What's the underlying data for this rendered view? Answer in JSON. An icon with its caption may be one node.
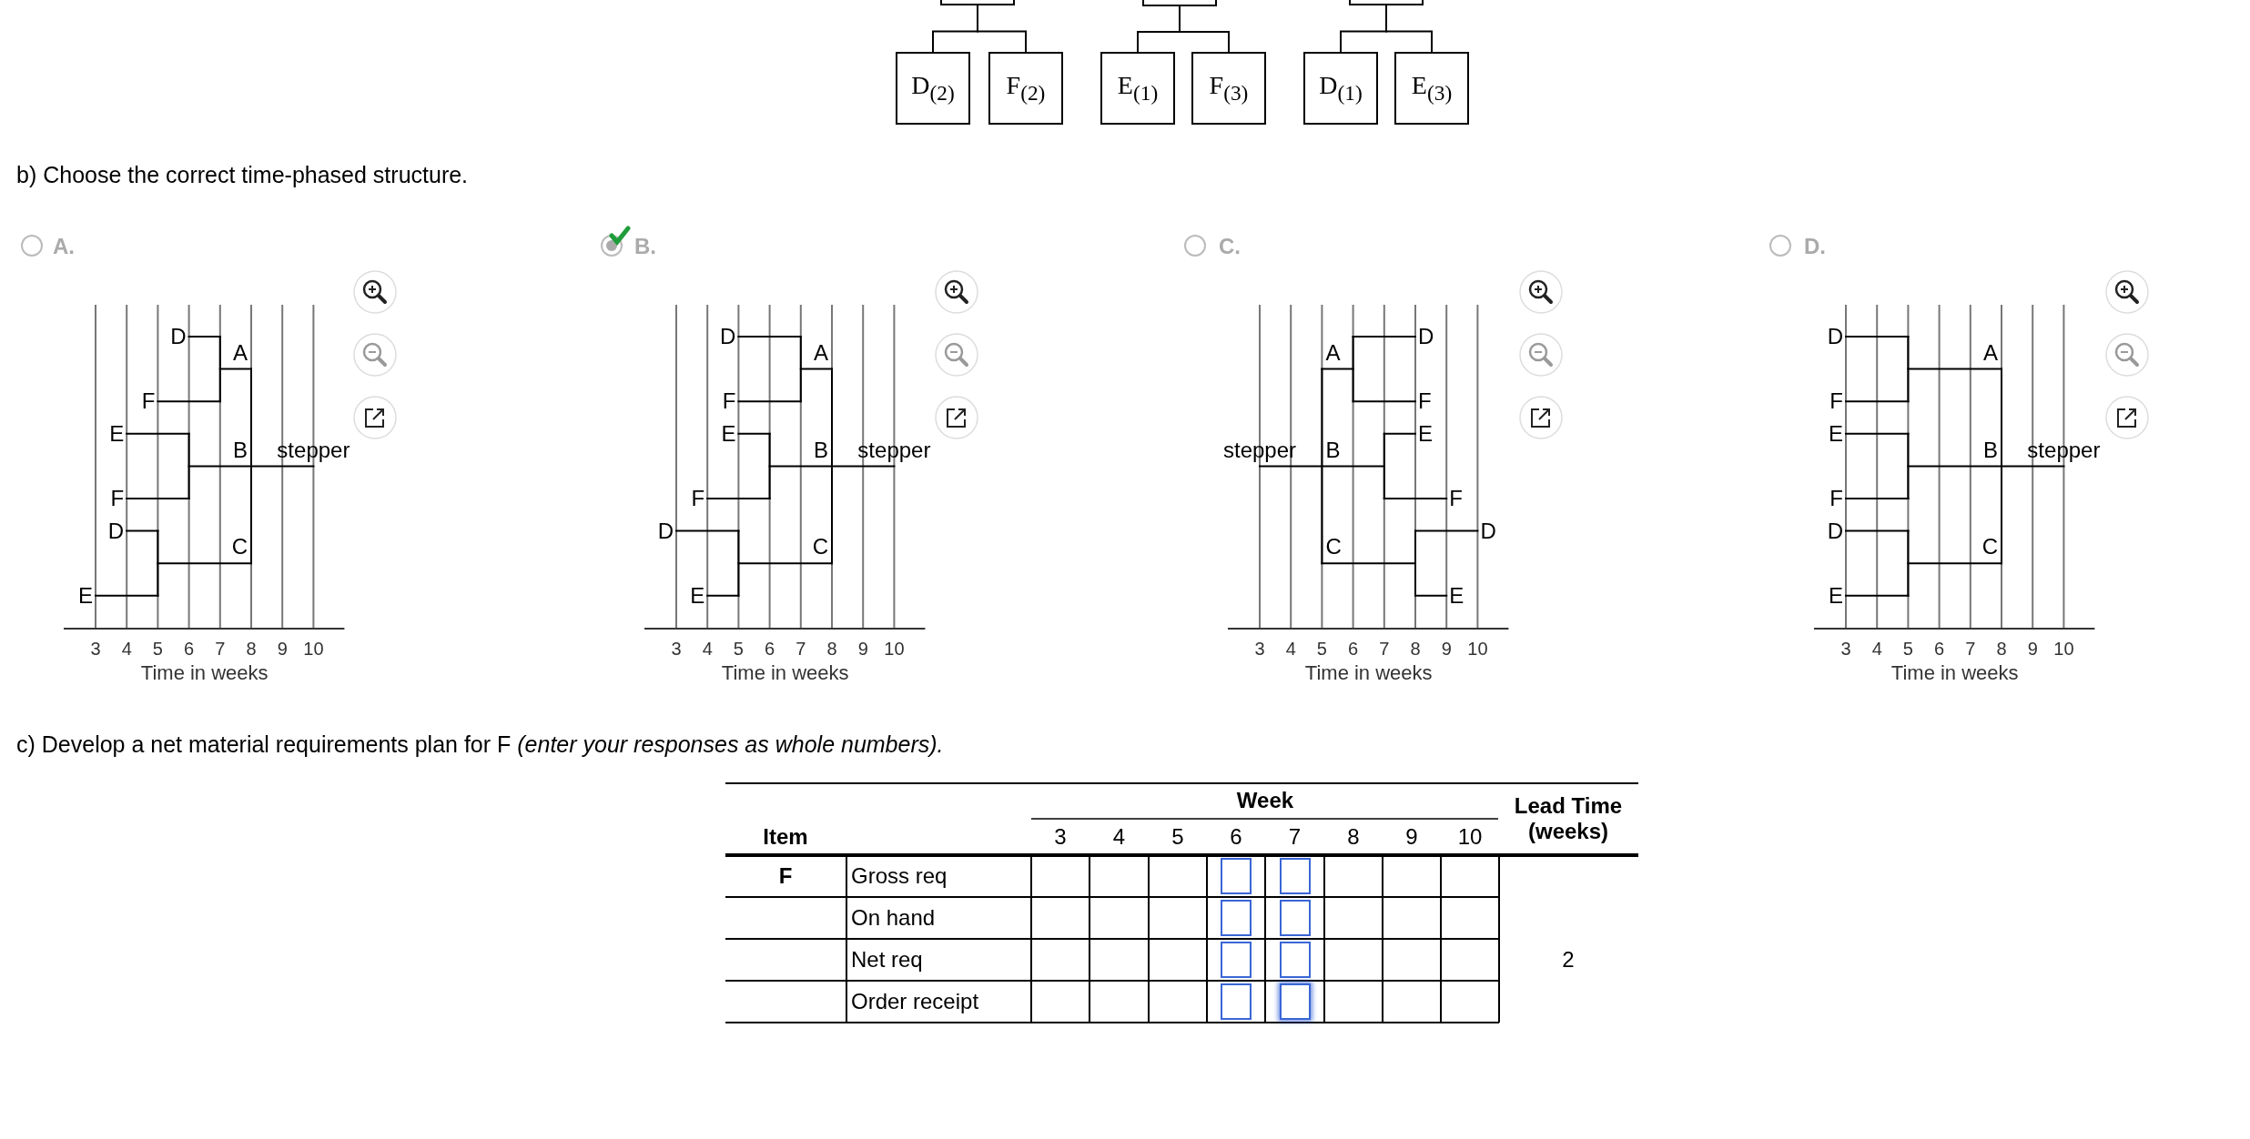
{
  "diagram": {
    "nodes": [
      {
        "text": [],
        "shape": "box"
      },
      {
        "text": [
          "D$_{(2)}$"
        ]
      },
      {
        "text": [
          "F$_{(2)}$"
        ]
      },
      {
        "text": [],
        "shape": "box"
      },
      {
        "text": [
          "E$_{(1)}$"
        ]
      },
      {
        "text": [
          "F$_{(3)}$"
        ]
      },
      {
        "text": [],
        "shape": "box"
      },
      {
        "text": [
          "D$_{(1)}$"
        ]
      },
      {
        "text": [
          "E$_{(3)}$"
        ]
      }
    ],
    "edges": [
      {
        "from": 0,
        "to": 1,
        "arrow": "none"
      },
      {
        "from": 0,
        "to": 2,
        "arrow": "none"
      },
      {
        "from": 3,
        "to": 4,
        "arrow": "none"
      },
      {
        "from": 3,
        "to": 5,
        "arrow": "none"
      },
      {
        "from": 6,
        "to": 7,
        "arrow": "none"
      },
      {
        "from": 6,
        "to": 8,
        "arrow": "none"
      }
    ],
    "labels": [
      "b) Choose the correct time-phased structure.",
      "A.",
      "D",
      "A",
      "F",
      "E",
      "B",
      "stepper",
      "F",
      "D",
      "C",
      "E",
      "3",
      "4",
      "5",
      "6",
      "7",
      "8",
      "9",
      "10",
      "Time in weeks",
      "B.",
      "D",
      "A",
      "F",
      "E",
      "B",
      "stepper",
      "F",
      "D",
      "C",
      "E",
      "3",
      "4",
      "5",
      "6",
      "7",
      "8",
      "9",
      "10",
      "Time in weeks",
      "C.",
      "D",
      "A",
      "F",
      "E",
      "stepper",
      "B",
      "F",
      "D",
      "C",
      "E",
      "3",
      "4",
      "5",
      "6",
      "7",
      "8",
      "9",
      "10",
      "Time in weeks",
      "D.",
      "D",
      "A",
      "F",
      "E",
      "B",
      "stepper",
      "F",
      "D",
      "C",
      "E",
      "3",
      "4",
      "5",
      "6",
      "7",
      "8",
      "9",
      "10",
      "Time in weeks",
      "c) Develop a net material requirements plan for F *(enter your responses as whole numbers).*",
      "Week",
      "Lead Time (weeks)",
      "Item",
      "3",
      "4",
      "5",
      "6",
      "7",
      "8",
      "9",
      "10",
      "F",
      "Gross req",
      "On hand",
      "Net req",
      "2",
      "Order receipt"
    ]
  }
}
